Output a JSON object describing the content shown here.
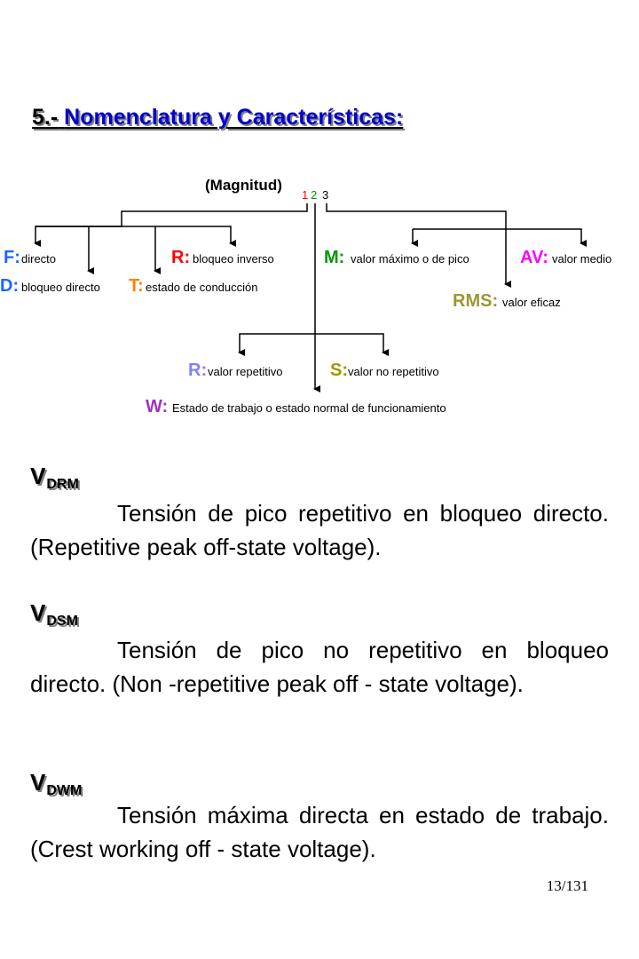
{
  "heading": {
    "number": "5.-",
    "title": "Nomenclatura y Características:"
  },
  "diagram": {
    "root": "(Magnitud)",
    "indices": [
      "1",
      "2",
      "3"
    ],
    "colors": {
      "blue": "#1a66ff",
      "red": "#ff0000",
      "orange": "#ff8000",
      "green": "#009900",
      "magenta": "#ff00ff",
      "olive": "#999933",
      "lightblue": "#8080ff",
      "brown": "#999900",
      "purple": "#9933cc"
    },
    "group1": [
      {
        "key": "F:",
        "text": "directo"
      },
      {
        "key": "D:",
        "text": "bloqueo directo"
      },
      {
        "key": "R:",
        "text": "bloqueo inverso"
      },
      {
        "key": "T:",
        "text": "estado de conducción"
      }
    ],
    "group2": [
      {
        "key": "R:",
        "text": "valor repetitivo"
      },
      {
        "key": "S:",
        "text": "valor no repetitivo"
      },
      {
        "key": "W:",
        "text": "Estado de trabajo o estado normal de funcionamiento"
      }
    ],
    "group3": [
      {
        "key": "M:",
        "text": "valor máximo o de pico"
      },
      {
        "key": "AV:",
        "text": "valor medio"
      },
      {
        "key": "RMS:",
        "text": "valor eficaz"
      }
    ]
  },
  "entries": [
    {
      "symbol": "V",
      "sub": "DRM",
      "text": "Tensión de pico repetitivo en bloqueo directo. (Repetitive peak off-state voltage)."
    },
    {
      "symbol": "V",
      "sub": "DSM",
      "text": "Tensión de pico no repetitivo en bloqueo directo. (Non -repetitive peak off - state voltage)."
    },
    {
      "symbol": "V",
      "sub": "DWM",
      "text": "Tensión máxima directa en estado de trabajo. (Crest working off - state voltage)."
    }
  ],
  "page_number": "13/131"
}
